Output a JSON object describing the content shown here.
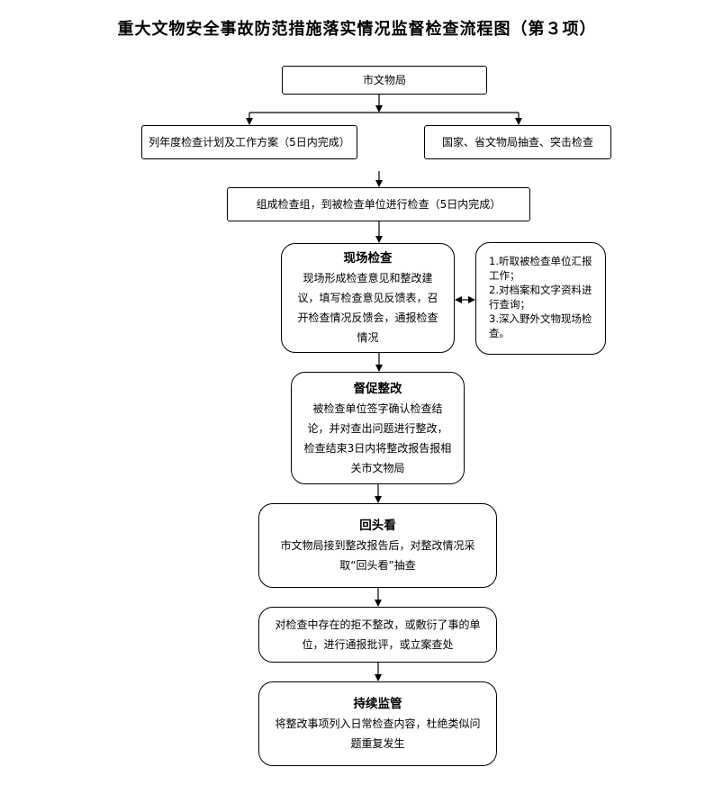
{
  "title": "重大文物安全事故防范措施落实情况监督检查流程图（第３项）",
  "nodes": {
    "bureau": "市文物局",
    "plan": "列年度检查计划及工作方案（5日内完成）",
    "spot": "国家、省文物局抽查、突击检查",
    "team": "组成检查组，到被检查单位进行检查（5日内完成）",
    "onsite": {
      "heading": "现场检查",
      "text": "现场形成检查意见和整改建议，填写检查意见反馈表，召开检查情况反馈会，通报检查情况"
    },
    "onsite_steps": [
      "1.听取被检查单位汇报工作；",
      "2.对档案和文字资料进行查询；",
      "3.深入野外文物现场检查。"
    ],
    "rectify": {
      "heading": "督促整改",
      "text": "被检查单位签字确认检查结论，并对查出问题进行整改，检查结束3日内将整改报告报相关市文物局"
    },
    "review": {
      "heading": "回头看",
      "text": "市文物局接到整改报告后，对整改情况采取“回头看”抽查"
    },
    "penalty": "对检查中存在的拒不整改，或敷衍了事的单位，进行通报批评，或立案查处",
    "continuous": {
      "heading": "持续监管",
      "text": "将整改事项列入日常检查内容，杜绝类似问题重复发生"
    }
  }
}
